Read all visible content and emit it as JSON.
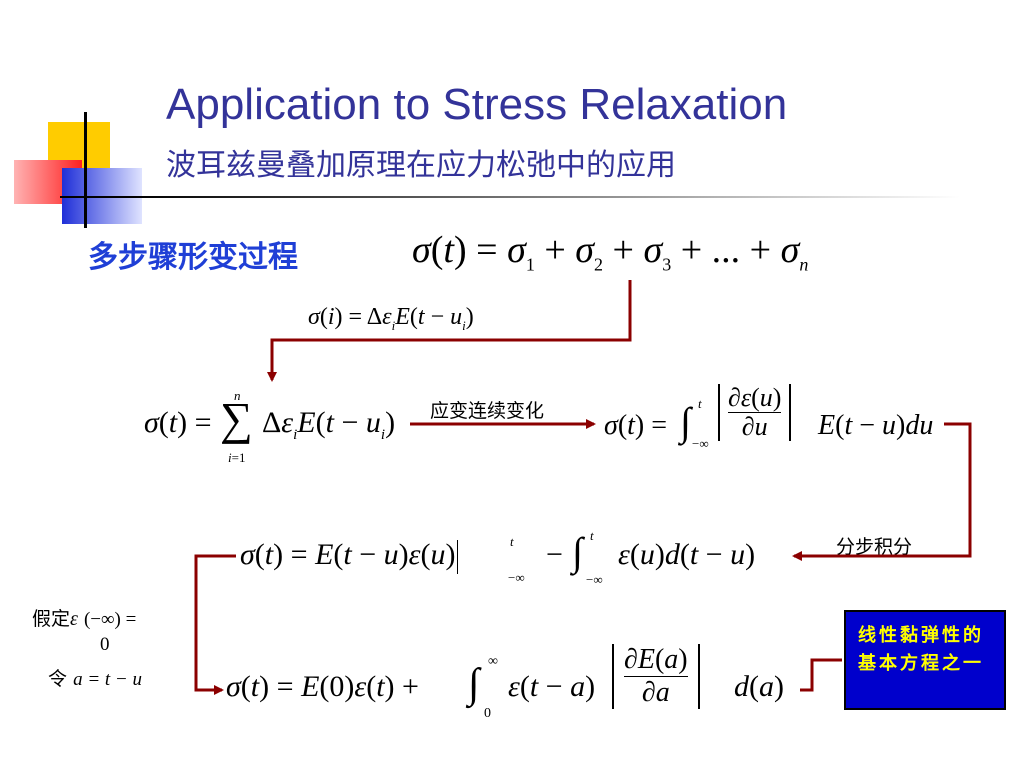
{
  "slide": {
    "title_en": "Application to Stress Relaxation",
    "title_zh": "波耳兹曼叠加原理在应力松弛中的应用",
    "section_label": "多步骤形变过程",
    "formulas": {
      "sum_sigma": "σ(t) = σ₁ + σ₂ + σ₃ + … + σₙ",
      "step_i": "σ(i) = Δεᵢ E(t − uᵢ)",
      "discrete": "σ(t) = Σᵢ₌₁ⁿ Δεᵢ E(t − uᵢ)",
      "integral": "σ(t) = ∫₋∞ᵗ [∂ε(u)/∂u] E(t − u) du",
      "by_parts": "σ(t) = E(t − u)ε(u)|₋∞ᵗ − ∫₋∞ᵗ ε(u) d(t − u)",
      "final": "σ(t) = E(0)ε(t) + ∫₀^∞ ε(t − a) [∂E(a)/∂a] d(a)"
    },
    "annotations": {
      "continuous_change": "应变连续变化",
      "integrate_by_parts": "分步积分",
      "assume_prefix": "假定",
      "assume_rest": "(−∞) =",
      "assume_value": "0",
      "let_prefix": "令",
      "let_expr": "a = t − u"
    },
    "highlight_box": "线性黏弹性的基本方程之一",
    "colors": {
      "title": "#333399",
      "section_label": "#1f3fd6",
      "arrow": "#8b0000",
      "box_bg": "#0000cc",
      "box_text": "#ffff00"
    }
  }
}
